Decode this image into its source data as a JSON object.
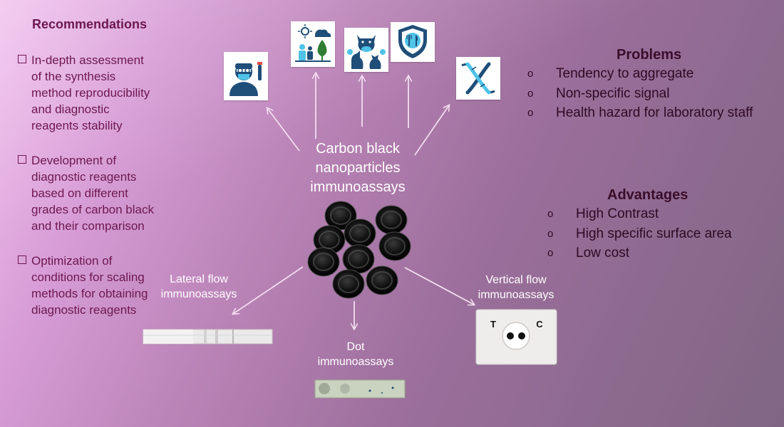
{
  "recommendations": {
    "title": "Recommendations",
    "items": [
      {
        "lines": [
          "In-depth assessment",
          "of the  synthesis",
          "method reproducibility",
          "and diagnostic",
          "reagents stability"
        ]
      },
      {
        "lines": [
          "Development of",
          "diagnostic reagents",
          "based on different",
          "grades of carbon black",
          "and their comparison"
        ]
      },
      {
        "lines": [
          "Optimization of",
          "conditions for scaling",
          "methods for obtaining",
          "diagnostic reagents"
        ]
      }
    ]
  },
  "problems": {
    "title": "Problems",
    "bullet": "o",
    "items": [
      "Tendency to aggregate",
      "Non-specific signal",
      "Health hazard for laboratory staff"
    ]
  },
  "advantages": {
    "title": "Advantages",
    "bullet": "o",
    "items": [
      "High Contrast",
      "High specific surface area",
      "Low cost"
    ]
  },
  "center": {
    "lines": [
      "Carbon black",
      "nanoparticles",
      "immunoassays"
    ]
  },
  "assays": {
    "lateral": [
      "Lateral flow",
      "immunoassays"
    ],
    "dot": [
      "Dot",
      "immunoassays"
    ],
    "vertical": [
      "Vertical flow",
      "immunoassays"
    ],
    "cassette_t": "T",
    "cassette_c": "C"
  },
  "icons": [
    "doctor-icon",
    "environment-icon",
    "animals-icon",
    "food-safety-icon",
    "dna-icon"
  ],
  "colors": {
    "recommendations_text": "#6d1850",
    "headings": "#3a0d2c",
    "icon_blue": "#1f4e79",
    "nanoparticle": "#1b1b1b"
  }
}
